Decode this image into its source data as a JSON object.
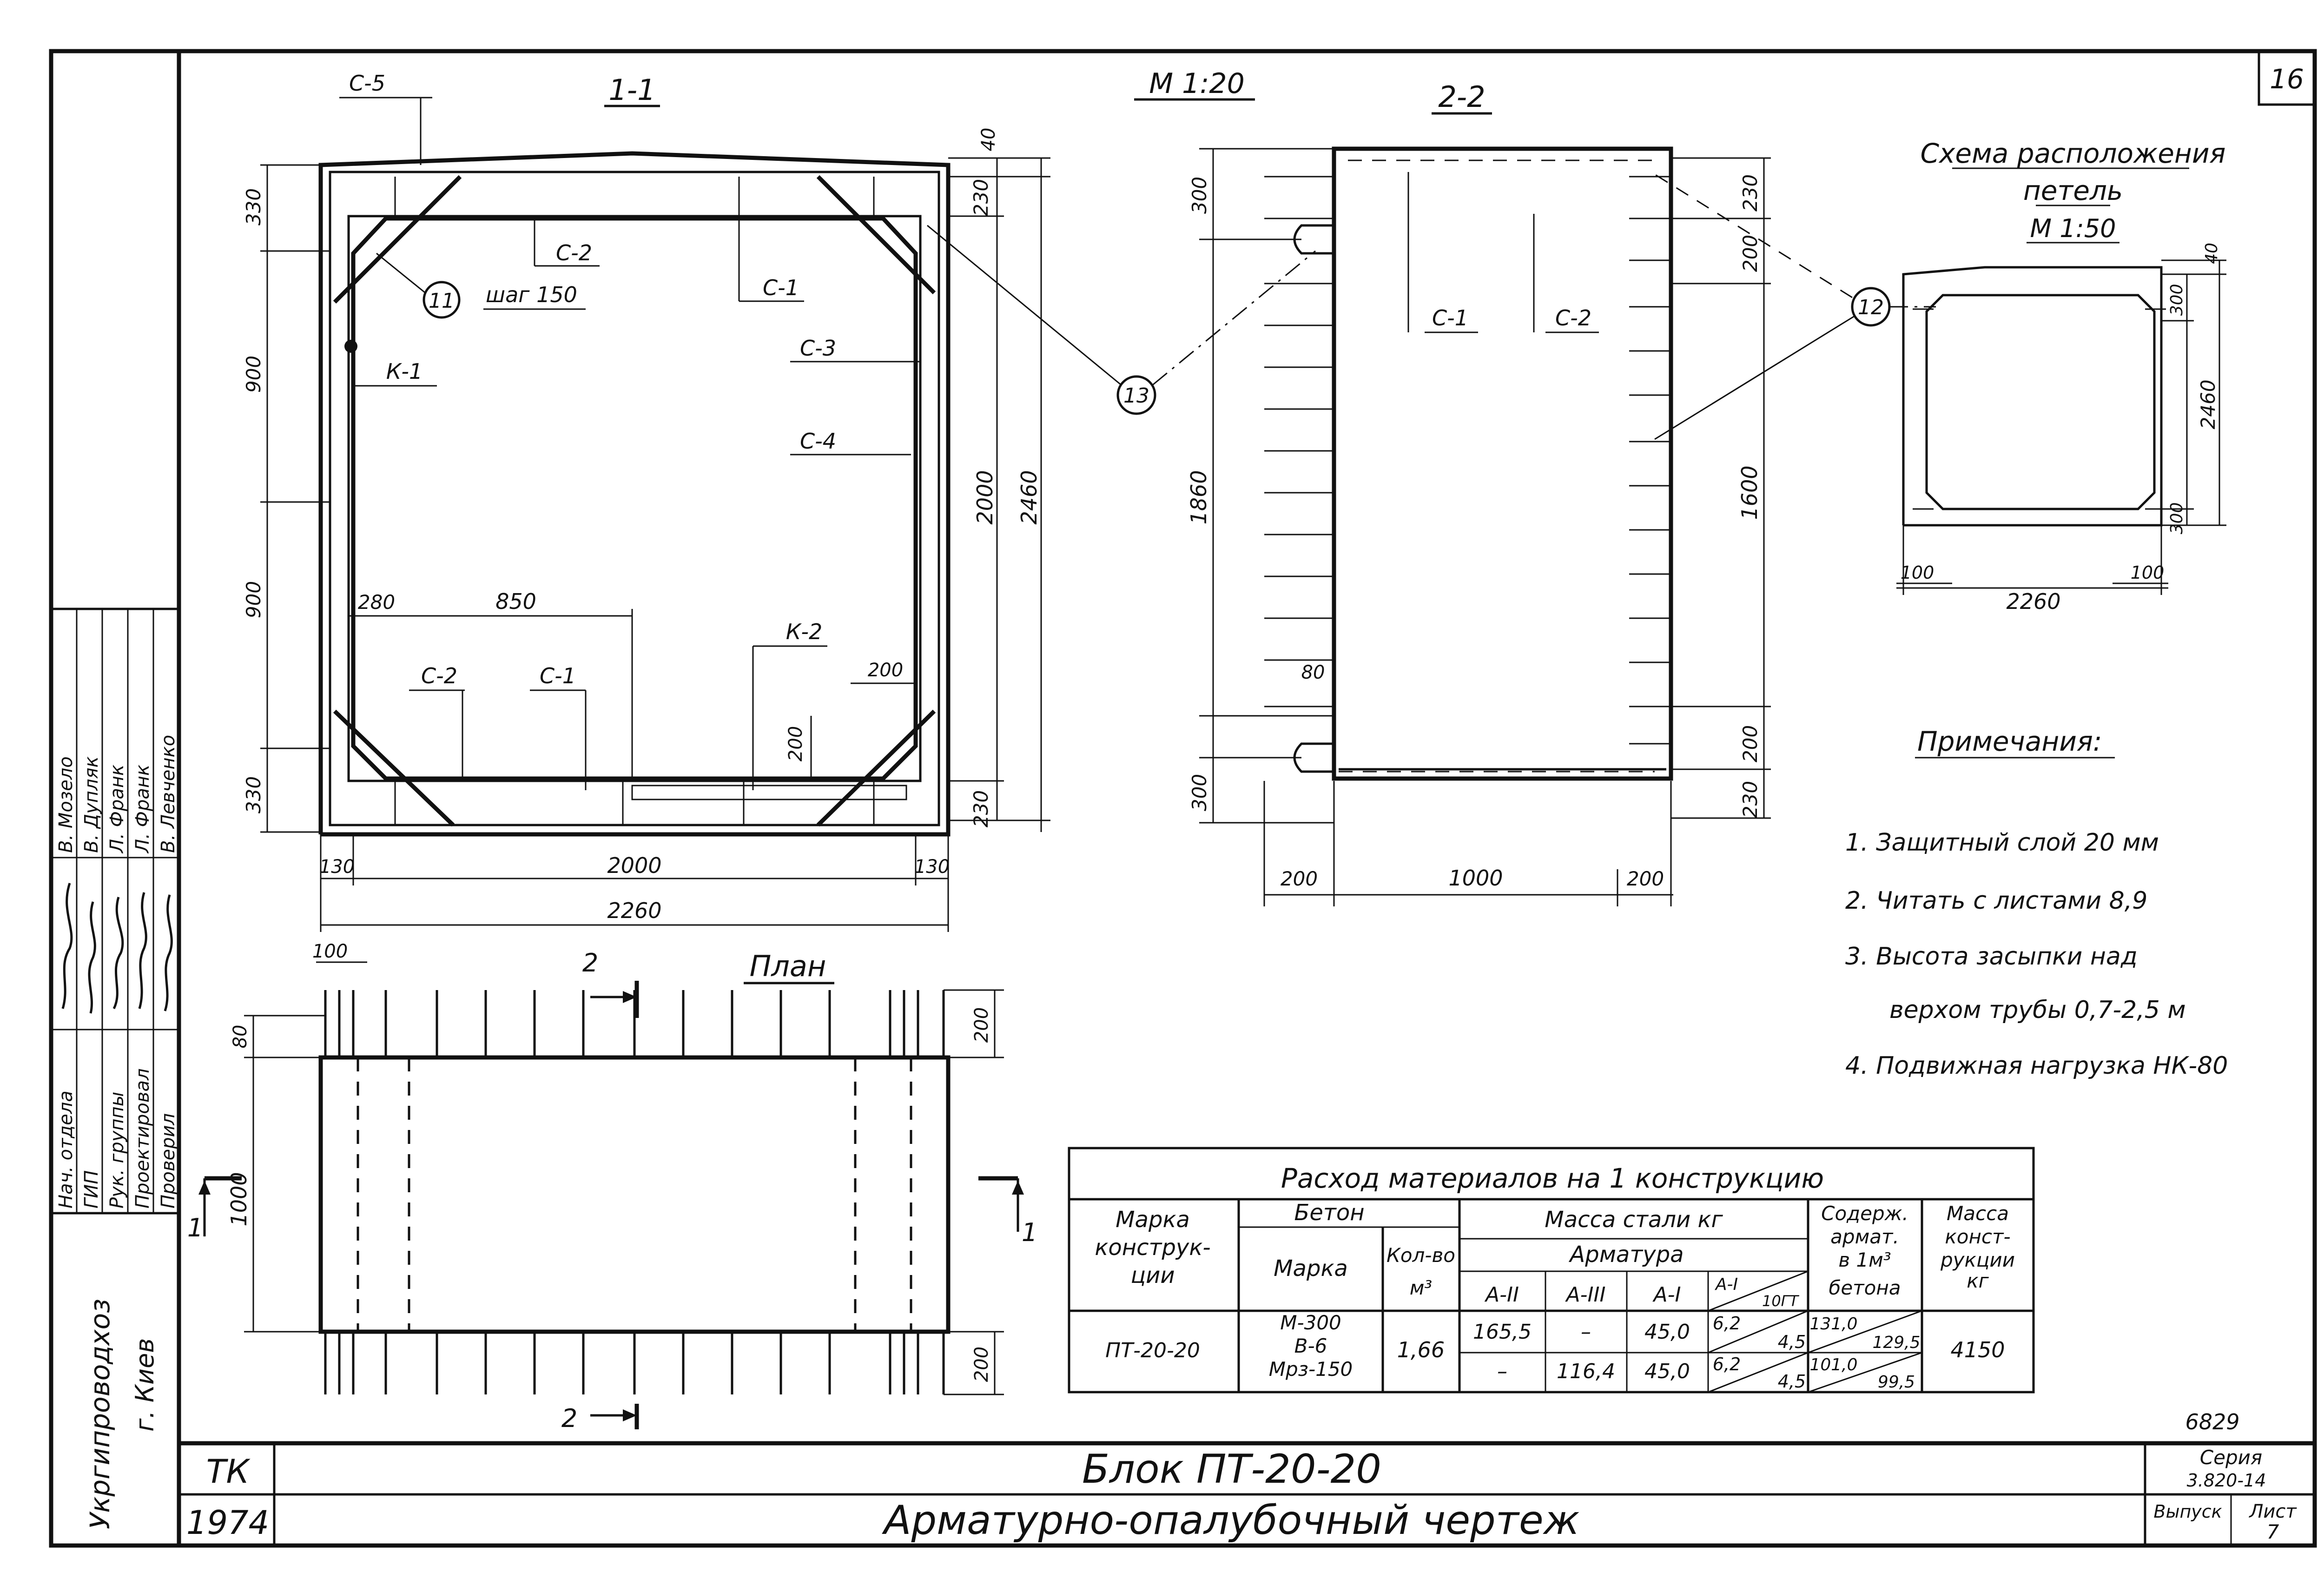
{
  "sheet_number": "16",
  "scale_main": "М 1:20",
  "section_1": {
    "title": "1-1",
    "rebar": {
      "c5": "С-5",
      "c2_top": "С-2",
      "c1_top": "С-1",
      "c3": "С-3",
      "c4": "С-4",
      "k1": "К-1",
      "k2": "К-2",
      "c2_bot": "С-2",
      "c1_bot": "С-1"
    },
    "callout_11": "11",
    "step_label": "шаг 150",
    "callout_13": "13",
    "dims": {
      "top_40": "40",
      "top_230": "230",
      "d_2000": "2000",
      "d_2460": "2460",
      "bot_230": "230",
      "left_330_top": "330",
      "left_900_a": "900",
      "left_900_b": "900",
      "left_330_bot": "330",
      "d_280": "280",
      "d_850": "850",
      "d_200_h": "200",
      "d_200_v": "200",
      "bot_130_l": "130",
      "bot_2000": "2000",
      "bot_130_r": "130",
      "bot_2260": "2260"
    }
  },
  "section_2": {
    "title": "2-2",
    "rebar": {
      "c1": "С-1",
      "c2": "С-2"
    },
    "callout_12": "12",
    "dims": {
      "left_300_top": "300",
      "left_1860": "1860",
      "left_80": "80",
      "left_300_bot": "300",
      "right_230_top": "230",
      "right_200_top": "200",
      "right_1600": "1600",
      "right_200_bot": "200",
      "right_230_bot": "230",
      "bot_200_l": "200",
      "bot_1000": "1000",
      "bot_200_r": "200"
    }
  },
  "loop_scheme": {
    "title_line1": "Схема расположения",
    "title_line2": "петель",
    "scale": "М 1:50",
    "dims": {
      "d_40": "40",
      "d_300_top": "300",
      "d_2460": "2460",
      "d_300_bot": "300",
      "d_100_l": "100",
      "d_100_r": "100",
      "d_2260": "2260"
    }
  },
  "plan": {
    "title": "План",
    "cut_2_top": "2",
    "cut_2_bot": "2",
    "cut_1_left": "1",
    "cut_1_right": "1",
    "dims": {
      "d_100": "100",
      "d_80": "80",
      "d_1000": "1000",
      "d_200_top": "200",
      "d_200_bot": "200"
    }
  },
  "notes": {
    "title": "Примечания:",
    "items": [
      "1. Защитный слой 20 мм",
      "2. Читать с листами 8,9",
      "3. Высота засыпки над",
      "верхом трубы 0,7-2,5 м",
      "4. Подвижная нагрузка НК-80"
    ]
  },
  "materials_table": {
    "title": "Расход материалов на 1 конструкцию",
    "headers": {
      "mark_l1": "Марка",
      "mark_l2": "конструк-",
      "mark_l3": "ции",
      "concrete": "Бетон",
      "concrete_mark": "Марка",
      "concrete_qty_l1": "Кол-во",
      "concrete_qty_l2": "м³",
      "steel": "Масса стали кг",
      "rebar": "Арматура",
      "a2": "А-II",
      "a3": "А-III",
      "a1": "А-I",
      "a1_10gt_a": "А-I",
      "a1_10gt_b": "10ГТ",
      "content_l1": "Содерж.",
      "content_l2": "армат.",
      "content_l3": "в 1м³",
      "content_l4": "бетона",
      "mass_l1": "Масса",
      "mass_l2": "конст-",
      "mass_l3": "рукции",
      "mass_l4": "кг"
    },
    "row": {
      "mark": "ПТ-20-20",
      "concrete_mark_l1": "М-300",
      "concrete_mark_l2": "В-6",
      "concrete_mark_l3": "Мрз-150",
      "concrete_qty": "1,66",
      "a2_r1": "165,5",
      "a2_r2": "–",
      "a3_r1": "–",
      "a3_r2": "116,4",
      "a1_r1": "45,0",
      "a1_r2": "45,0",
      "gt_r1_a": "6,2",
      "gt_r1_b": "4,5",
      "gt_r2_a": "6,2",
      "gt_r2_b": "4,5",
      "content_r1_a": "131,0",
      "content_r1_b": "129,5",
      "content_r2_a": "101,0",
      "content_r2_b": "99,5",
      "mass": "4150"
    }
  },
  "signatures": {
    "roles": [
      "Нач. отдела",
      "ГИП",
      "Рук. группы",
      "Проектировал",
      "Проверил"
    ],
    "names": [
      "В. Мозело",
      "В. Дупляк",
      "Л. Франк",
      "Л. Франк",
      "В. Левченко"
    ]
  },
  "organization": {
    "name": "Укргипроводхоз",
    "city": "г. Киев"
  },
  "title_block": {
    "code": "ТК",
    "year": "1974",
    "title_line1": "Блок   ПТ-20-20",
    "title_line2": "Арматурно-опалубочный чертеж",
    "inventory_number": "6829",
    "series_label": "Серия",
    "series_value": "3.820-14",
    "issue_label": "Выпуск",
    "sheet_label": "Лист",
    "sheet_value": "7"
  }
}
